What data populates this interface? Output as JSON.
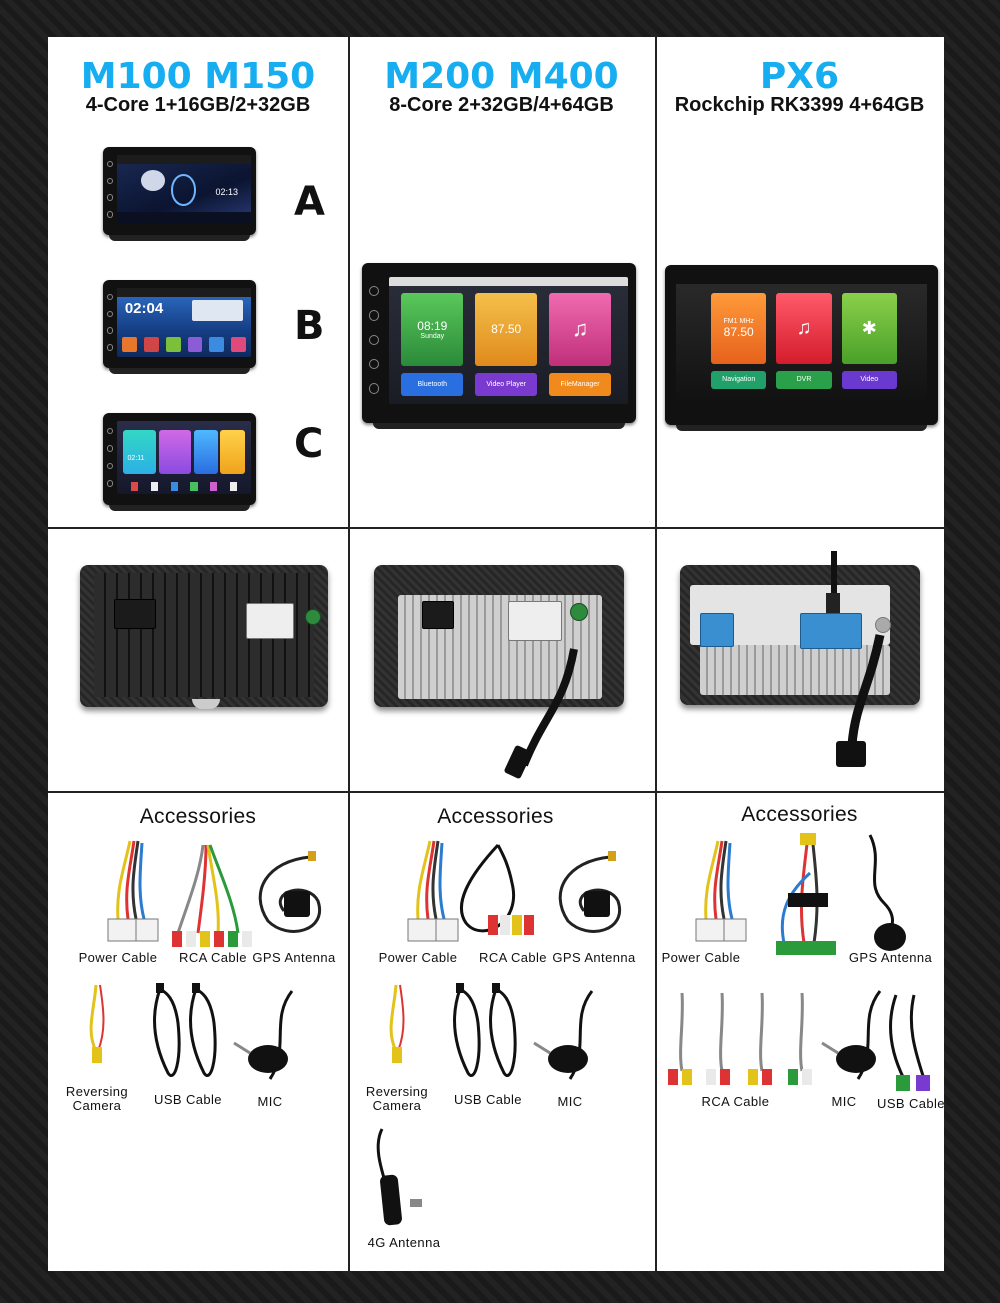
{
  "columns": [
    {
      "model": "M100 M150",
      "spec": "4-Core 1+16GB/2+32GB",
      "variants": [
        {
          "letter": "A",
          "clock": "02:13"
        },
        {
          "letter": "B",
          "clock": "02:04"
        },
        {
          "letter": "C",
          "clock": "02:11"
        }
      ],
      "accessories_title": "Accessories",
      "accessories": [
        "Power Cable",
        "RCA Cable",
        "GPS Antenna",
        "Reversing Camera",
        "USB Cable",
        "MIC"
      ]
    },
    {
      "model": "M200 M400",
      "spec": "8-Core 2+32GB/4+64GB",
      "screen": {
        "clock": "08:19",
        "radio": "87.50",
        "day": "Sunday",
        "tile1": "Bluetooth",
        "tile2": "Video Player",
        "tile3": "FileManager"
      },
      "accessories_title": "Accessories",
      "accessories": [
        "Power Cable",
        "RCA Cable",
        "GPS Antenna",
        "Reversing Camera",
        "USB Cable",
        "MIC",
        "4G Antenna"
      ]
    },
    {
      "model": "PX6",
      "spec": "Rockchip RK3399 4+64GB",
      "screen": {
        "radio_band": "FM1 MHz",
        "radio": "87.50",
        "tile1": "Navigation",
        "tile2": "DVR",
        "tile3": "Video"
      },
      "accessories_title": "Accessories",
      "accessories": [
        "Power Cable",
        "GPS Antenna",
        "RCA Cable",
        "MIC",
        "USB Cable"
      ]
    }
  ],
  "colors": {
    "title_blue": "#16aef0",
    "background": "#1d1d1d"
  }
}
